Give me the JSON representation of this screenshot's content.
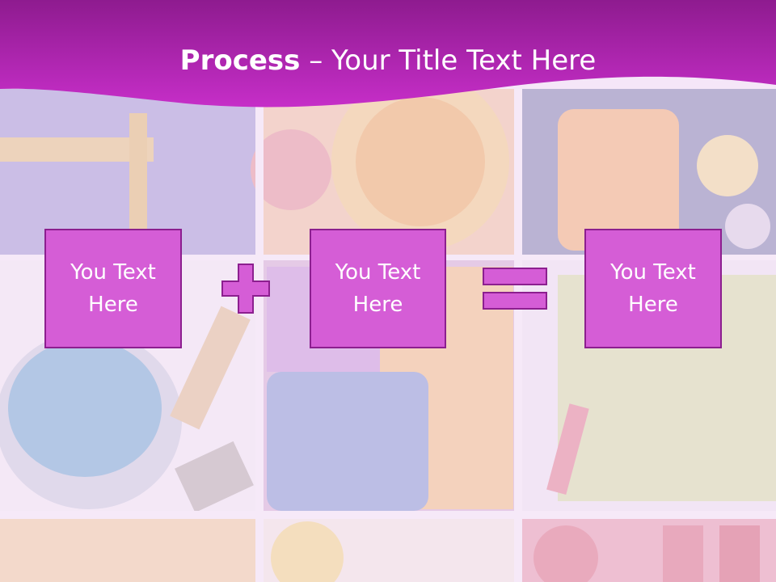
{
  "slide": {
    "title_bold": "Process",
    "title_separator": " – ",
    "title_rest": "Your Title Text Here",
    "boxes": [
      {
        "label": "You Text Here"
      },
      {
        "label": "You Text Here"
      },
      {
        "label": "You Text Here"
      }
    ],
    "operators": [
      "plus-icon",
      "equals-icon"
    ]
  },
  "colors": {
    "banner_top": "#8e1b8f",
    "banner_bottom": "#c62ec8",
    "box_fill": "#d55dd6",
    "box_border": "#8c1f8f",
    "text": "#ffffff"
  }
}
